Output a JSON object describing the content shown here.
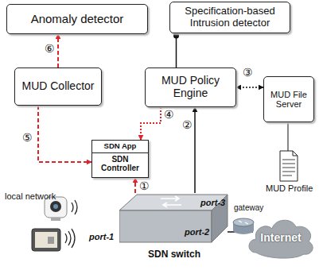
{
  "diagram": {
    "nodes": [
      {
        "text": [
          "Anomaly detector"
        ]
      },
      {
        "text": [
          "Specification-based Intrusion detector"
        ]
      },
      {
        "text": [
          "MUD Collector"
        ]
      },
      {
        "text": [
          "MUD Policy Engine"
        ]
      },
      {
        "text": [
          "MUD File Server"
        ]
      },
      {
        "text": [
          "SDN App",
          "SDN Controller"
        ]
      },
      {
        "text": [
          "SDN switch"
        ]
      },
      {
        "text": [
          "Internet"
        ]
      }
    ],
    "edges": [
      {
        "from": 2,
        "to": 0,
        "arrow": "to",
        "label": "⑥"
      },
      {
        "from": 3,
        "to": 1,
        "arrow": "none"
      },
      {
        "from": 3,
        "to": 4,
        "arrow": "both",
        "label": "③"
      },
      {
        "from": 3,
        "to": 5,
        "arrow": "to",
        "label": "④"
      },
      {
        "from": 2,
        "to": 5,
        "arrow": "to",
        "label": "⑤"
      },
      {
        "from": 6,
        "to": 5,
        "arrow": "to",
        "label": "①"
      },
      {
        "from": 6,
        "to": 3,
        "arrow": "to",
        "label": "②"
      },
      {
        "from": 6,
        "to": 7,
        "arrow": "none"
      }
    ],
    "labels": [
      "local network",
      "port-1",
      "port-2",
      "port-3",
      "gateway",
      "MUD Profile"
    ]
  }
}
